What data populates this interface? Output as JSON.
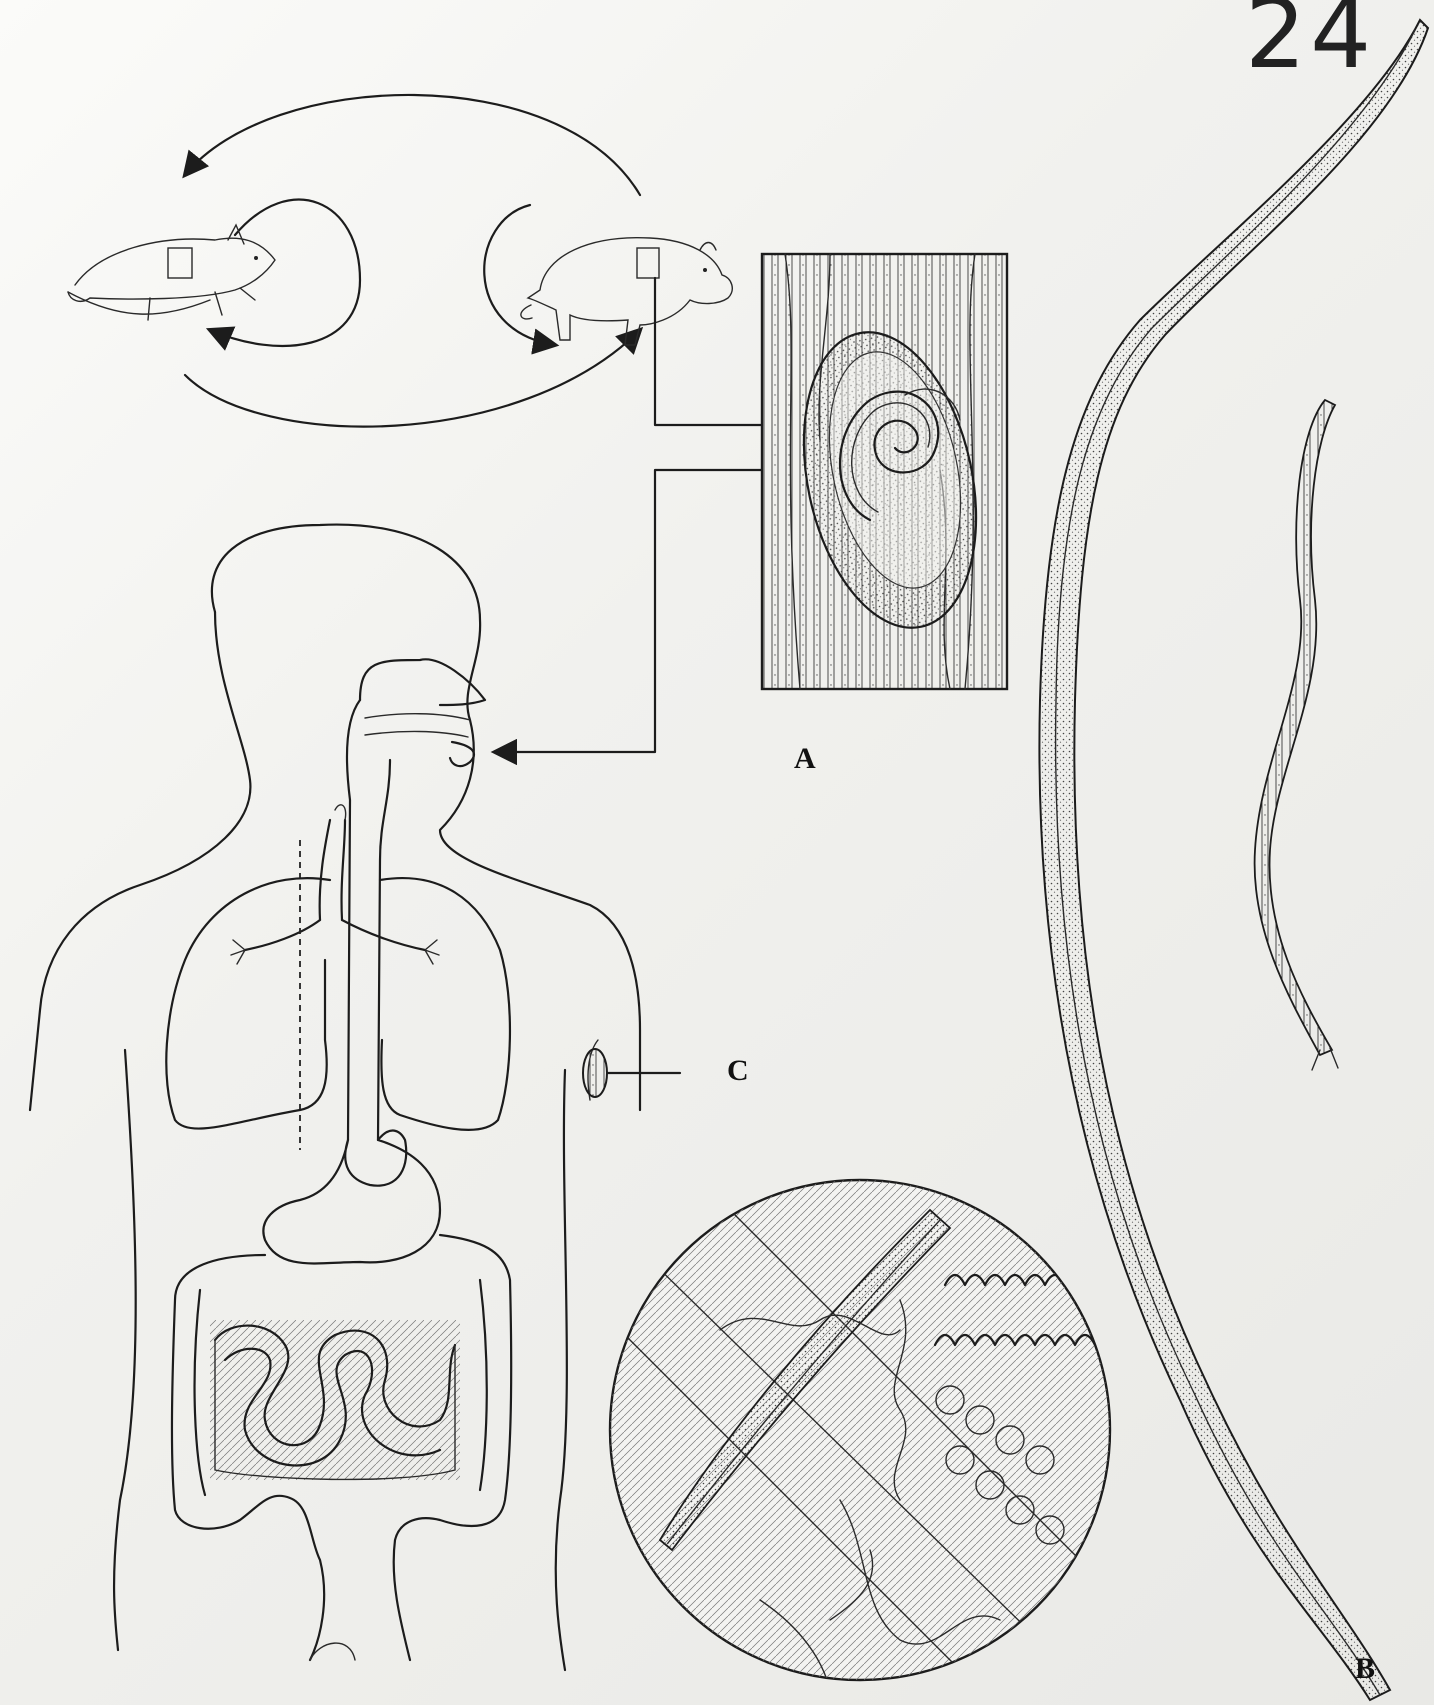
{
  "page_number": "24",
  "labels": {
    "a": "A",
    "b": "B",
    "c": "C"
  },
  "colors": {
    "ink": "#1c1c1c",
    "paper": "#f6f6f4"
  }
}
